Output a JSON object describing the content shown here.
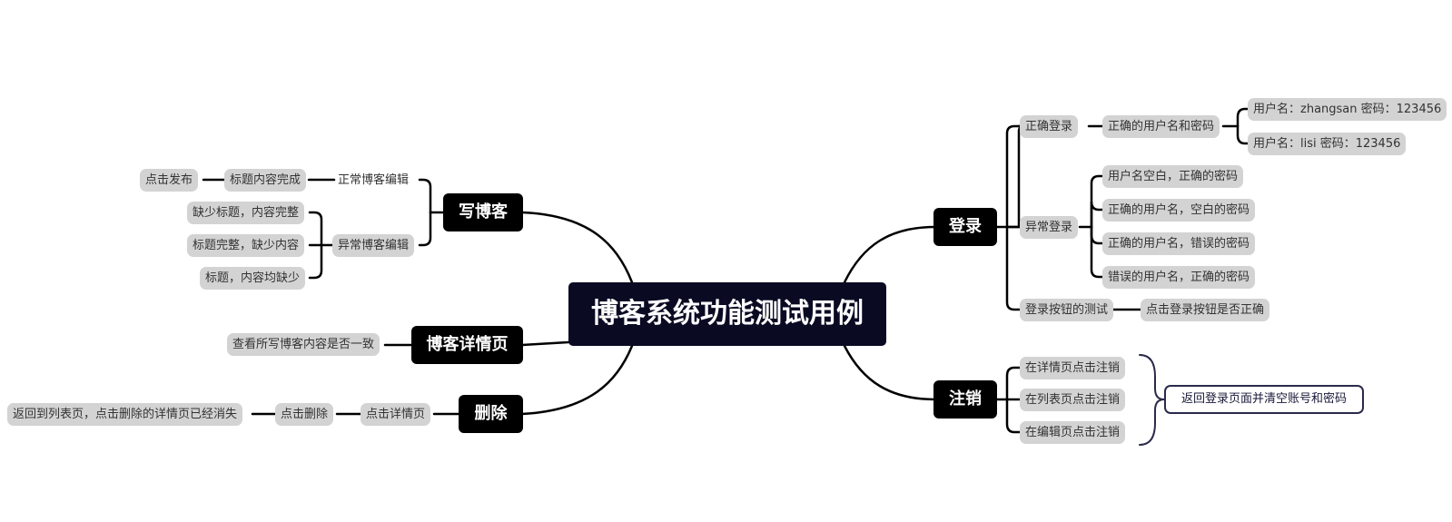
{
  "root": "博客系统功能测试用例",
  "branches": {
    "login": {
      "title": "登录",
      "correct_login": "正确登录",
      "correct_credentials": "正确的用户名和密码",
      "cred_1": "用户名：zhangsan 密码：123456",
      "cred_2": "用户名：lisi 密码：123456",
      "abnormal_login": "异常登录",
      "abnormal_1": "用户名空白，正确的密码",
      "abnormal_2": "正确的用户名，空白的密码",
      "abnormal_3": "正确的用户名，错误的密码",
      "abnormal_4": "错误的用户名，正确的密码",
      "button_test": "登录按钮的测试",
      "button_check": "点击登录按钮是否正确"
    },
    "logout": {
      "title": "注销",
      "item_1": "在详情页点击注销",
      "item_2": "在列表页点击注销",
      "item_3": "在编辑页点击注销",
      "result": "返回登录页面并清空账号和密码"
    },
    "write": {
      "title": "写博客",
      "normal": "正常博客编辑",
      "normal_step": "标题内容完成",
      "normal_action": "点击发布",
      "abnormal": "异常博客编辑",
      "abnormal_1": "缺少标题，内容完整",
      "abnormal_2": "标题完整，缺少内容",
      "abnormal_3": "标题，内容均缺少"
    },
    "detail": {
      "title": "博客详情页",
      "check": "查看所写博客内容是否一致"
    },
    "delete": {
      "title": "删除",
      "step_1": "点击详情页",
      "step_2": "点击删除",
      "result": "返回到列表页，点击删除的详情页已经消失"
    }
  }
}
